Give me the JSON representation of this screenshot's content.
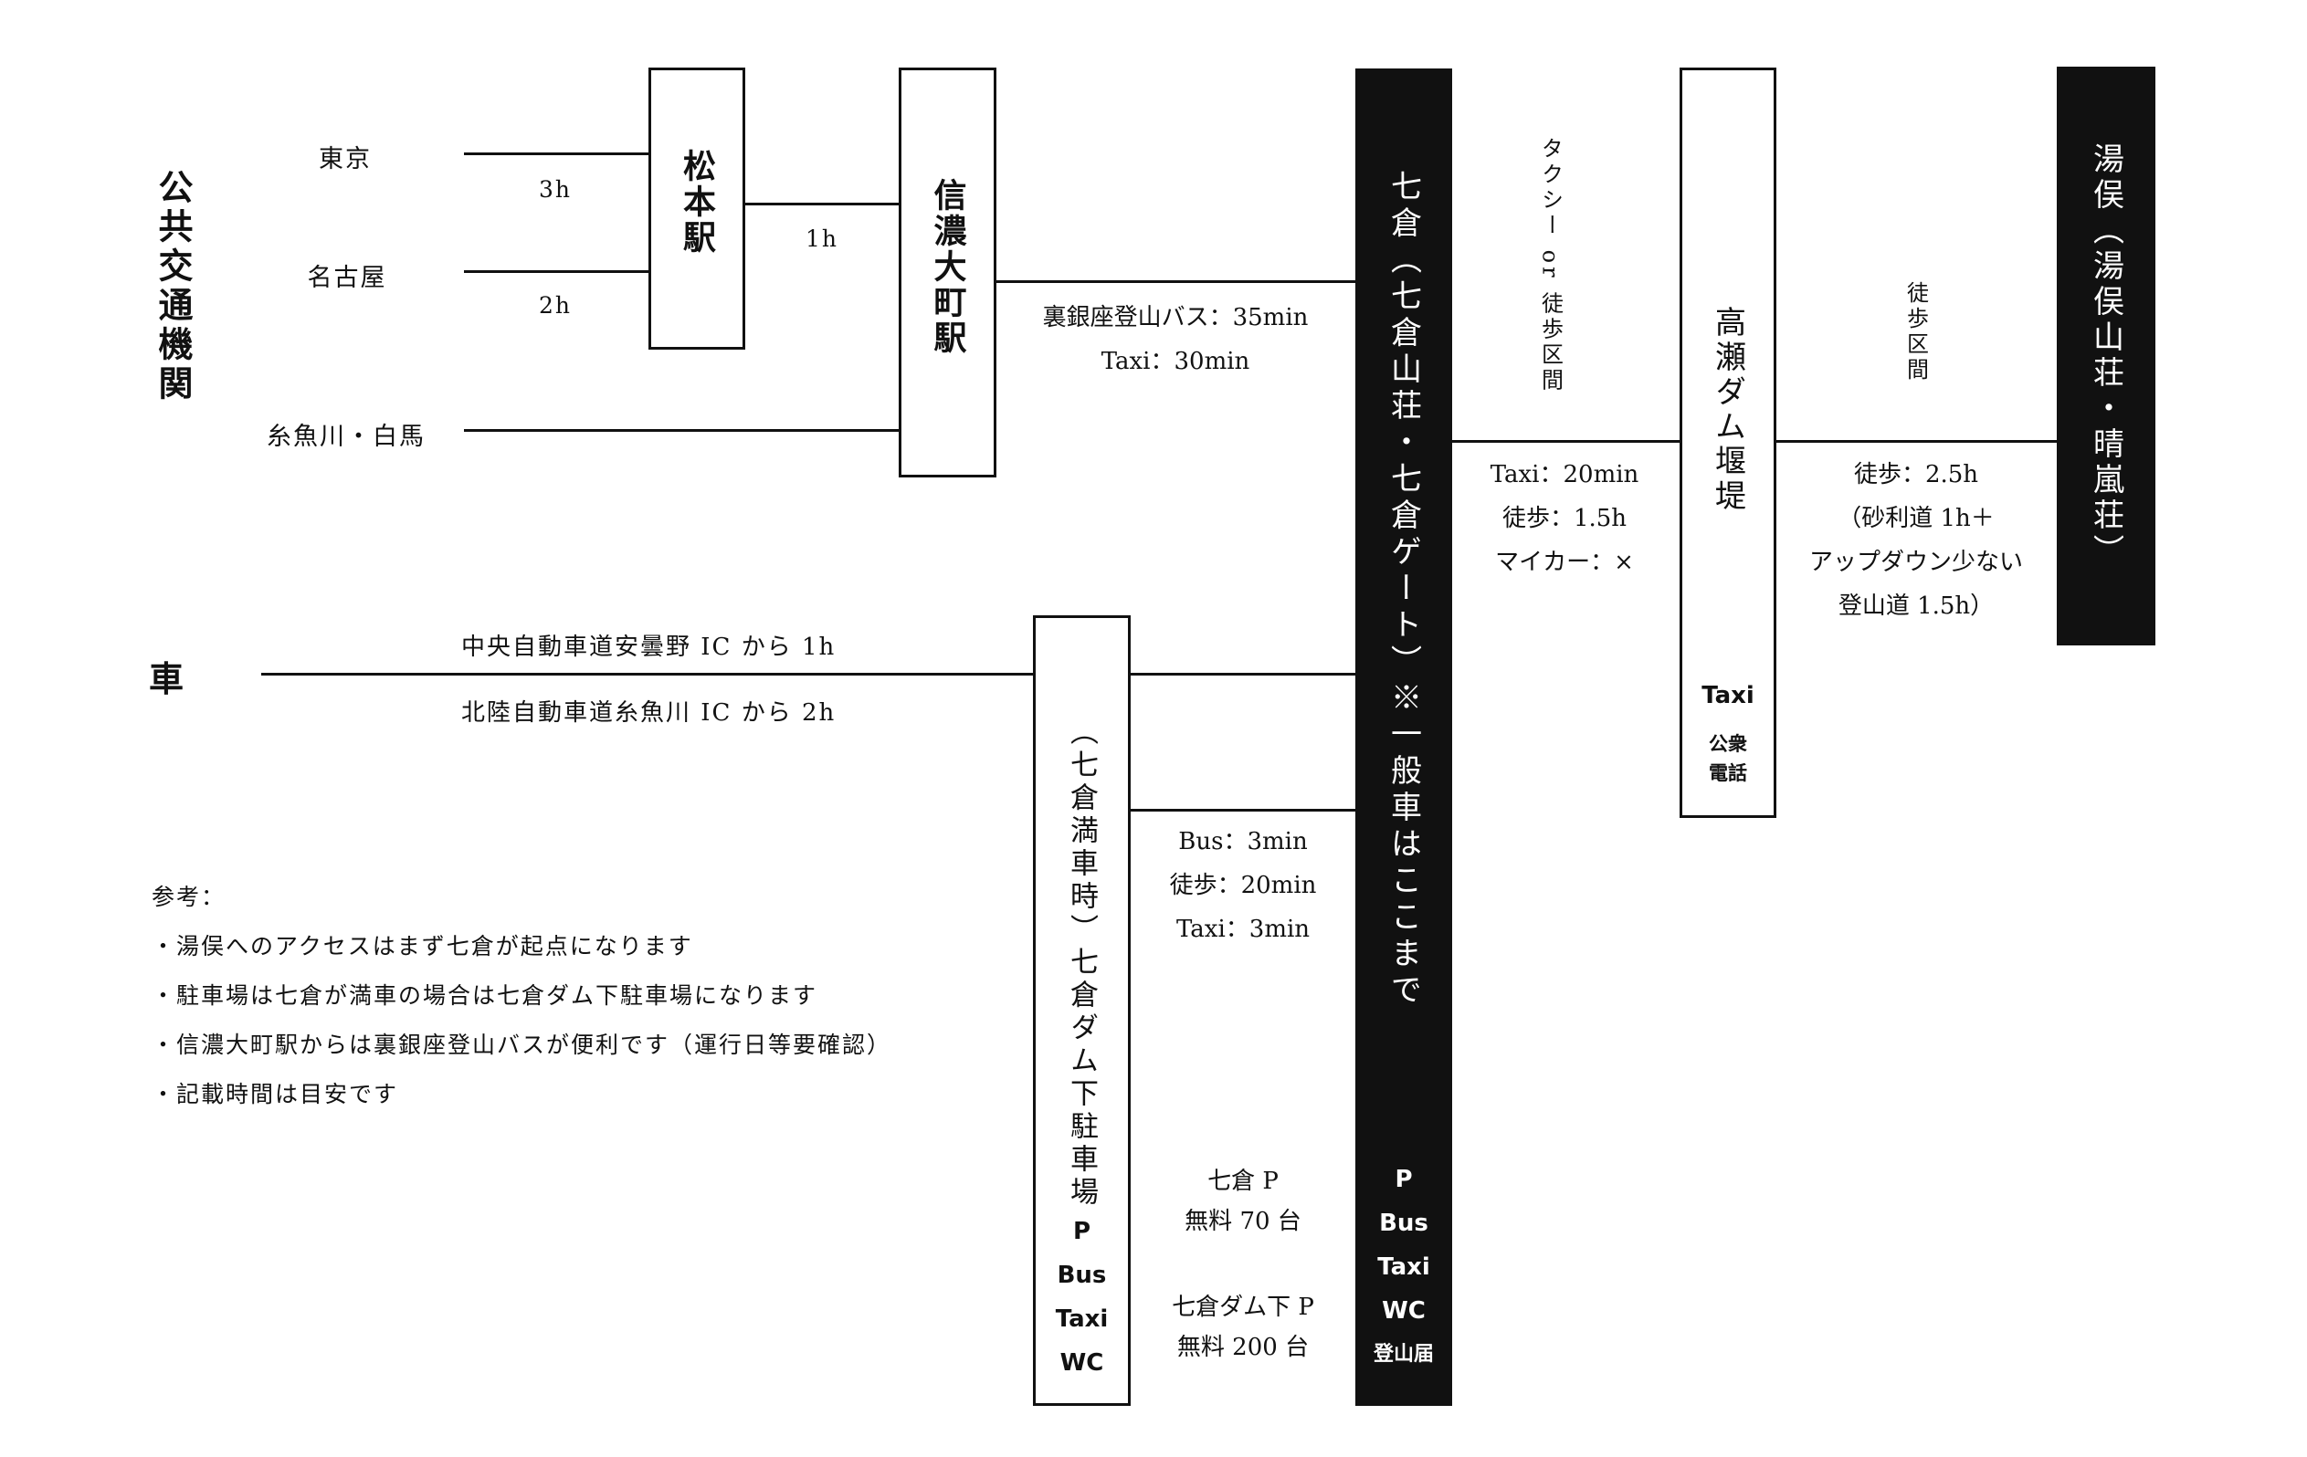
{
  "categories": {
    "public_transport": "公共交通機関",
    "car": "車"
  },
  "origins": {
    "tokyo": "東京",
    "nagoya": "名古屋",
    "itoigawa": "糸魚川・白馬"
  },
  "durations": {
    "tokyo": "3h",
    "nagoya": "2h",
    "matsumoto_to_shinano": "1h"
  },
  "stations": {
    "matsumoto": "松本駅",
    "shinano_omachi": "信濃大町駅"
  },
  "shinano_to_nanakura": [
    "裏銀座登山バス：35min",
    "Taxi：30min"
  ],
  "car_routes": [
    "中央自動車道安曇野 IC から 1h",
    "北陸自動車道糸魚川 IC から 2h"
  ],
  "nanakura": {
    "title": "七倉（七倉山荘・七倉ゲート）※一般車はここまで",
    "facilities": [
      "P",
      "Bus",
      "Taxi",
      "WC",
      "登山届"
    ]
  },
  "nanakura_dam_parking": {
    "title": "（七倉満車時）七倉ダム下駐車場",
    "facilities": [
      "P",
      "Bus",
      "Taxi",
      "WC"
    ]
  },
  "parking_to_nanakura": [
    "Bus：3min",
    "徒歩：20min",
    "Taxi：3min"
  ],
  "parking_info": {
    "nanakura_p": "七倉 P",
    "nanakura_p_capacity": "無料 70 台",
    "dam_p": "七倉ダム下 P",
    "dam_p_capacity": "無料 200 台"
  },
  "nanakura_to_takase": {
    "section_label": "タクシー or 徒歩区間",
    "times": [
      "Taxi：20min",
      "徒歩：1.5h",
      "マイカー：×"
    ]
  },
  "takase": {
    "title": "高瀬ダム堰堤",
    "taxi": "Taxi",
    "phone": [
      "公衆",
      "電話"
    ]
  },
  "takase_to_yumata": {
    "section_label": "徒歩区間",
    "times": [
      "徒歩：2.5h",
      "（砂利道 1h＋",
      "アップダウン少ない",
      "登山道 1.5h）"
    ]
  },
  "yumata": {
    "title": "湯俣（湯俣山荘・晴嵐荘）"
  },
  "notes": {
    "heading": "参考：",
    "items": [
      "・湯俣へのアクセスはまず七倉が起点になります",
      "・駐車場は七倉が満車の場合は七倉ダム下駐車場になります",
      "・信濃大町駅からは裏銀座登山バスが便利です（運行日等要確認）",
      "・記載時間は目安です"
    ]
  }
}
